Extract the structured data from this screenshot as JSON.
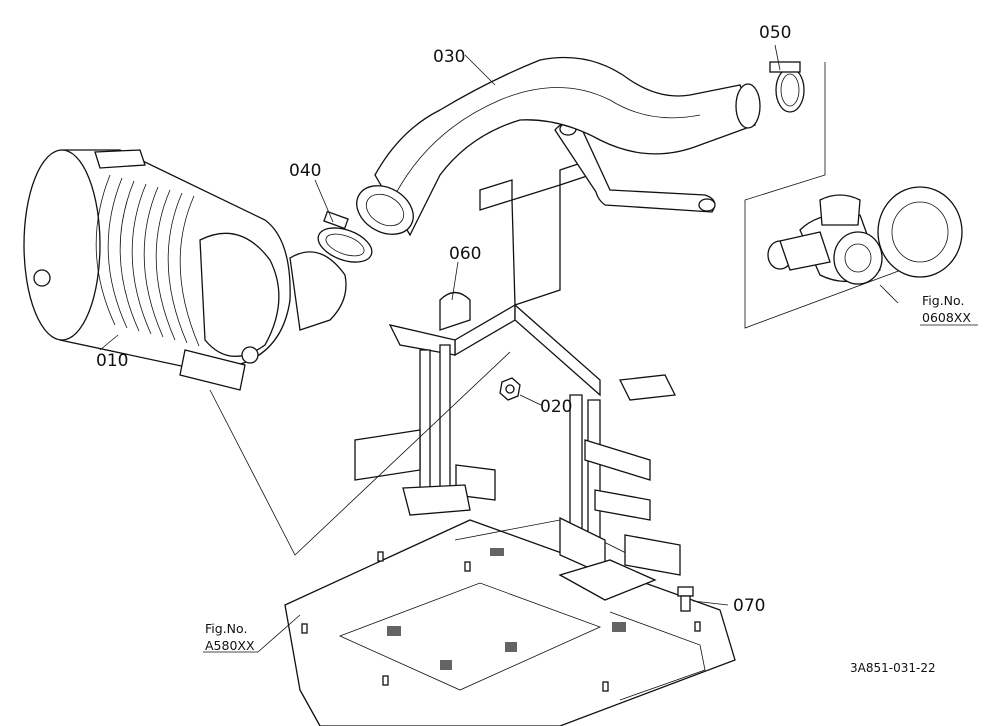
{
  "part_labels": {
    "p010": "010",
    "p020": "020",
    "p030": "030",
    "p040": "040",
    "p050": "050",
    "p060": "060",
    "p070": "070"
  },
  "figure_refs": {
    "turbo": {
      "line1": "Fig.No.",
      "line2": "0608XX"
    },
    "base": {
      "line1": "Fig.No.",
      "line2": "A580XX"
    }
  },
  "drawing_code": "3A851-031-22"
}
